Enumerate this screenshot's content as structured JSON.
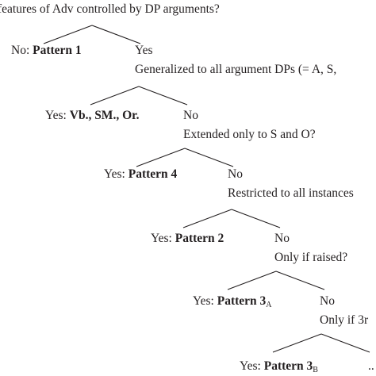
{
  "tree": {
    "root_question": "features of Adv controlled by DP arguments?",
    "levels": [
      {
        "yes_prefix": "No:",
        "yes_label": "Pattern 1",
        "no_label": "Yes",
        "question": "Generalized to all argument DPs (= A, S,"
      },
      {
        "yes_prefix": "Yes:",
        "yes_label": "Vb., SM., Or.",
        "no_label": "No",
        "question": "Extended only to S and O?"
      },
      {
        "yes_prefix": "Yes:",
        "yes_label": "Pattern 4",
        "no_label": "No",
        "question": "Restricted to all instances"
      },
      {
        "yes_prefix": "Yes:",
        "yes_label": "Pattern 2",
        "no_label": "No",
        "question": "Only if raised?"
      },
      {
        "yes_prefix": "Yes:",
        "yes_label": "Pattern 3",
        "yes_subscript": "A",
        "no_label": "No",
        "question": "Only if 3r"
      },
      {
        "yes_prefix": "Yes:",
        "yes_label": "Pattern 3",
        "yes_subscript": "B",
        "no_label": ".."
      }
    ]
  }
}
